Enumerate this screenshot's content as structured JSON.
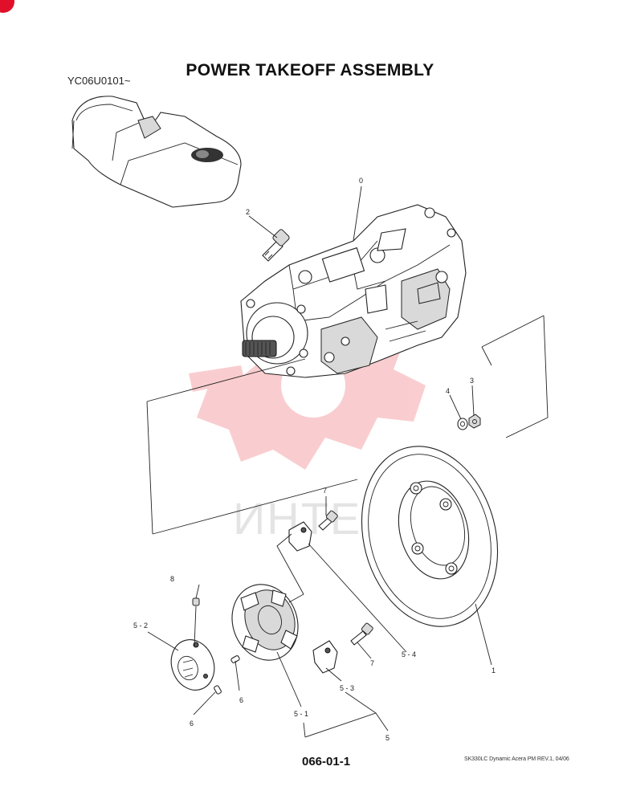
{
  "header": {
    "title": "POWER TAKEOFF ASSEMBLY",
    "serial": "YC06U0101~"
  },
  "watermark": {
    "text": "ИНТЕХ",
    "color": "#e8202a"
  },
  "callouts": {
    "c0": "0",
    "c1": "1",
    "c2": "2",
    "c3": "3",
    "c4": "4",
    "c5": "5",
    "c5_1": "5 - 1",
    "c5_2": "5 - 2",
    "c5_3": "5 - 3",
    "c5_4": "5 - 4",
    "c6a": "6",
    "c6b": "6",
    "c7a": "7",
    "c7b": "7",
    "c8": "8"
  },
  "footer": {
    "page_number": "066-01-1",
    "reference": "SK330LC Dynamic Acera PM REV.1, 04/06"
  },
  "colors": {
    "line": "#222222",
    "accent_mark": "#e0102a"
  }
}
